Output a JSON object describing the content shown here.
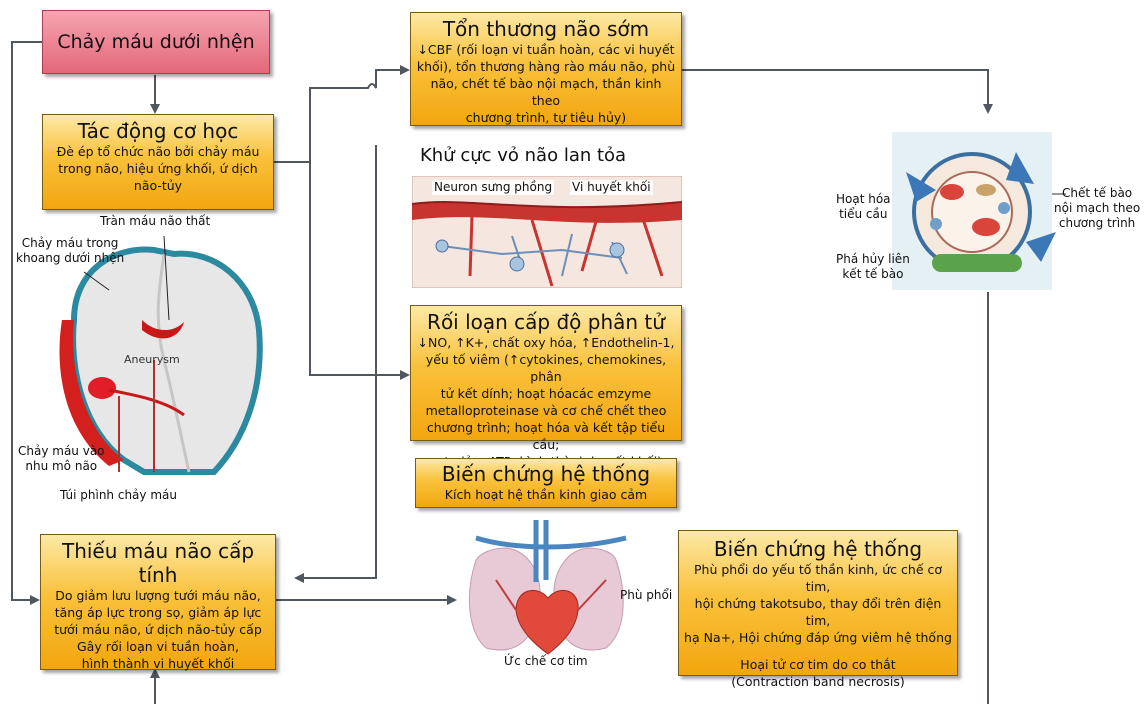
{
  "nodes": {
    "sah": {
      "title": "Chảy máu dưới nhện"
    },
    "mechanical": {
      "title": "Tác động cơ học",
      "lines": [
        "Đè ép tổ chức não bởi chảy máu",
        "trong não, hiệu ứng khối, ứ dịch",
        "não-tủy"
      ]
    },
    "early_injury": {
      "title": "Tổn thương não sớm",
      "lines": [
        "↓CBF (rối loạn vi tuần hoàn, các vi huyết",
        "khối), tổn thương hàng rào máu não, phù",
        "não, chết tế bào nội mạch, thần kinh theo",
        "chương trình, tự tiêu hủy)"
      ]
    },
    "spreading": {
      "title": "Khử cực vỏ não lan tỏa"
    },
    "molecular": {
      "title": "Rối loạn cấp độ phân tử",
      "lines": [
        "↓NO, ↑K+, chất oxy hóa, ↑Endothelin-1,",
        "yếu tố viêm (↑cytokines, chemokines, phân",
        "tử kết dính; hoạt hóacác emzyme",
        "metalloproteinase và cơ chế chết theo",
        "chương trình; hoạt hóa và kết tập tiểu cầu;",
        "sụt giảm ATP; hình thành huyết khối)"
      ]
    },
    "systemic1": {
      "title": "Biến chứng hệ thống",
      "lines": [
        "Kích hoạt hệ thần kinh giao cảm"
      ]
    },
    "ischemia": {
      "title": "Thiếu máu não cấp tính",
      "lines": [
        "Do giảm lưu lượng tưới máu não,",
        "tăng áp lực trong sọ, giảm áp lực",
        "tưới máu não, ứ dịch não-tủy cấp",
        "Gây rối loạn vi tuần hoàn,",
        "hình thành vi huyết khối"
      ]
    },
    "systemic2": {
      "title": "Biến chứng hệ thống",
      "lines": [
        "Phù phổi do yếu tố thần kinh, ức chế cơ tim,",
        "hội chứng takotsubo, thay đổi trên điện tim,",
        "hạ Na+, Hội chứng đáp ứng viêm hệ thống",
        "",
        "Hoại tử cơ tim do co thắt",
        "(Contraction band necrosis)"
      ]
    }
  },
  "brain_labels": {
    "ventricle": "Tràn máu não thất",
    "subarachnoid": [
      "Chảy máu trong",
      "khoang dưới nhện"
    ],
    "aneurysm": "Aneurysm",
    "parenchyma": [
      "Chảy máu vào",
      "nhu mô não"
    ],
    "ruptured": "Túi phình chảy máu"
  },
  "neuron_labels": {
    "swollen": "Neuron sưng phồng",
    "microthrombi": "Vi huyết khối"
  },
  "cell_labels": {
    "platelet": [
      "Hoạt hóa",
      "tiểu cầu"
    ],
    "junction": [
      "Phá hủy liên",
      "kết tế bào"
    ],
    "endothelial": [
      "Chết tế bào",
      "nội mạch theo",
      "chương trình"
    ]
  },
  "heart_labels": {
    "lung": "Phù phổi",
    "myocardial": "Ức chế cơ tim"
  },
  "colors": {
    "box_fill": "#f9c13b",
    "pink_fill": "#e3687a",
    "arrow": "#50575f"
  }
}
